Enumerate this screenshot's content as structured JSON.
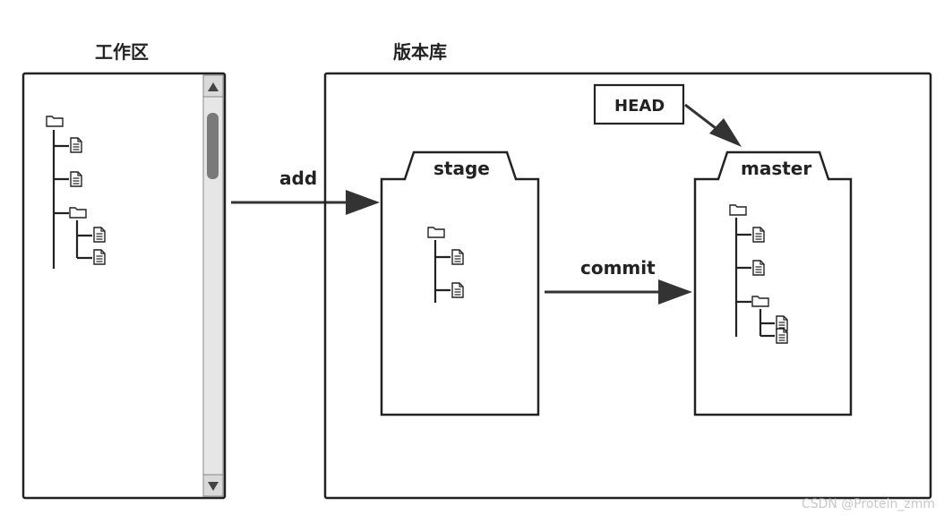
{
  "titles": {
    "working_area": "工作区",
    "repository": "版本库"
  },
  "labels": {
    "add": "add",
    "commit": "commit",
    "head": "HEAD",
    "stage": "stage",
    "master": "master"
  },
  "watermark": "CSDN @Protein_zmm",
  "colors": {
    "stroke": "#222222",
    "scrollbar_track": "#e6e6e6",
    "scrollbar_thumb": "#7a7a7a"
  }
}
